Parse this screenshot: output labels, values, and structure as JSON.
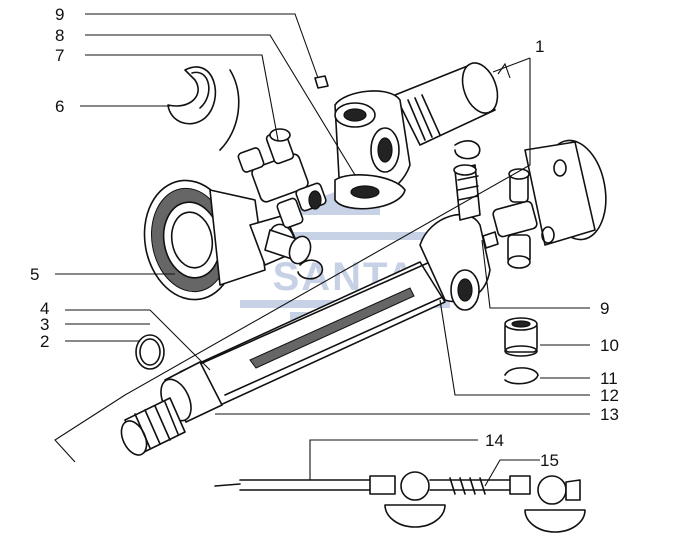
{
  "watermark": {
    "text": "SANTA",
    "color": "#3a5ea8"
  },
  "callouts": [
    {
      "id": "c9a",
      "label": "9"
    },
    {
      "id": "c8",
      "label": "8"
    },
    {
      "id": "c7",
      "label": "7"
    },
    {
      "id": "c6",
      "label": "6"
    },
    {
      "id": "c5",
      "label": "5"
    },
    {
      "id": "c4",
      "label": "4"
    },
    {
      "id": "c3",
      "label": "3"
    },
    {
      "id": "c2",
      "label": "2"
    },
    {
      "id": "c1",
      "label": "1"
    },
    {
      "id": "c9b",
      "label": "9"
    },
    {
      "id": "c10",
      "label": "10"
    },
    {
      "id": "c11",
      "label": "11"
    },
    {
      "id": "c12",
      "label": "12"
    },
    {
      "id": "c13",
      "label": "13"
    },
    {
      "id": "c14",
      "label": "14"
    },
    {
      "id": "c15",
      "label": "15"
    }
  ]
}
